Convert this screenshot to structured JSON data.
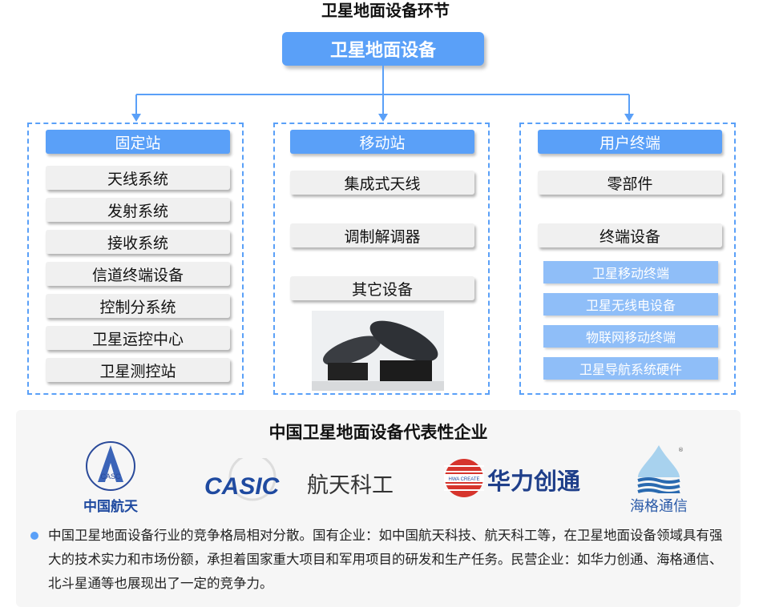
{
  "title": "卫星地面设备环节",
  "root": "卫星地面设备",
  "colors": {
    "accent": "#5aa0f8",
    "sub": "#8fbef8",
    "item_bg": "#f0f0f0"
  },
  "columns": [
    {
      "header": "固定站",
      "items": [
        "天线系统",
        "发射系统",
        "接收系统",
        "信道终端设备",
        "控制分系统",
        "卫星运控中心",
        "卫星测控站"
      ]
    },
    {
      "header": "移动站",
      "items": [
        "集成式天线",
        "调制解调器",
        "其它设备"
      ]
    },
    {
      "header": "用户终端",
      "items": [
        "零部件",
        "终端设备"
      ],
      "sub_items": [
        "卫星移动终端",
        "卫星无线电设备",
        "物联网移动终端",
        "卫星导航系统硬件"
      ]
    }
  ],
  "companies": {
    "title": "中国卫星地面设备代表性企业",
    "logos": [
      {
        "name": "中国航天",
        "mark": "CASC"
      },
      {
        "name": "航天科工",
        "mark": "CASIC"
      },
      {
        "name": "华力创通",
        "mark": "HWA CREATE"
      },
      {
        "name": "海格通信",
        "mark": "®"
      }
    ],
    "description": "中国卫星地面设备行业的竞争格局相对分散。国有企业：如中国航天科技、航天科工等，在卫星地面设备领域具有强大的技术实力和市场份额，承担着国家重大项目和军用项目的研发和生产任务。民营企业：如华力创通、海格通信、北斗星通等也展现出了一定的竞争力。"
  }
}
